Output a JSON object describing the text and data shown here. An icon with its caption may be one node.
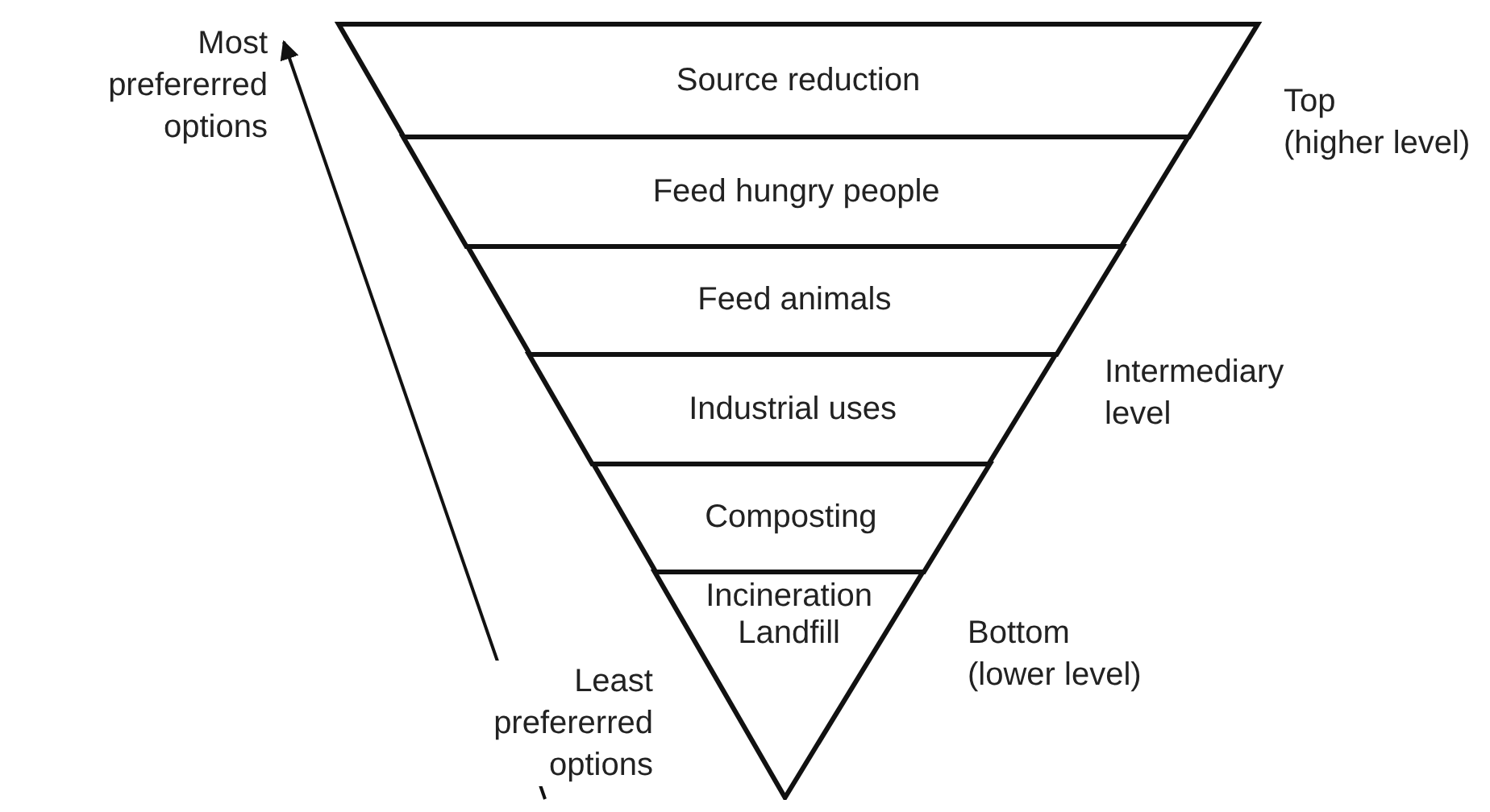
{
  "diagram": {
    "nodes": [
      {
        "text": [
          "Source reduction"
        ]
      },
      {
        "text": [
          "Feed hungry people"
        ]
      },
      {
        "text": [
          "Feed animals"
        ]
      },
      {
        "text": [
          "Industrial uses"
        ]
      },
      {
        "text": [
          "Composting"
        ]
      },
      {
        "text": [
          "Incineration",
          "Landfill"
        ]
      }
    ],
    "edges": [],
    "labels": [
      "Most prefererred options",
      "Top",
      "(higher level)",
      "Intermediary level",
      "Least prefererred options",
      "Bottom",
      "(lower level)"
    ]
  }
}
